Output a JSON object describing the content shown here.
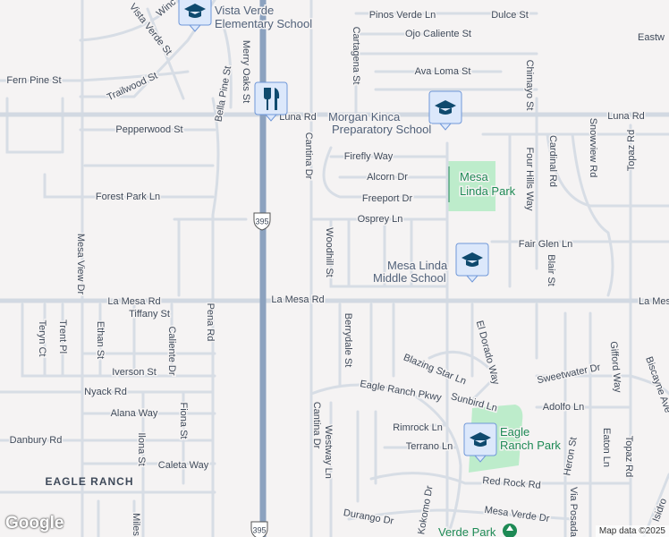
{
  "map": {
    "area_label": "EAGLE RANCH",
    "highway_shield": "395",
    "attribution": "Map data ©2025",
    "logo": "Google",
    "colors": {
      "background": "#f5f3f3",
      "road": "#d7dde5",
      "highway": "#8ca2bf",
      "park": "#bdeccb",
      "pin": "#dce8fb",
      "pin_icon": "#0f4a6e"
    },
    "streets": [
      "Pinos Verde Ln",
      "Dulce St",
      "Ojo Caliente St",
      "Eastw",
      "Ava Loma St",
      "Chimayo St",
      "Fern Pine St",
      "Trailwood St",
      "Vista Verde St",
      "Merry Oaks St",
      "Bella Pine St",
      "Luna Rd",
      "Luna Rd",
      "Pepperwood St",
      "Cantina Dr",
      "Cartagena St",
      "Firefly Way",
      "Alcorn Dr",
      "Freeport Dr",
      "Forest Park Ln",
      "Osprey Ln",
      "Cardinal Rd",
      "Four Hills Way",
      "Snowview Rd",
      "Topaz Rd",
      "Fair Glen Ln",
      "Woodhill St",
      "Blair St",
      "Mesa View Dr",
      "La Mesa Rd",
      "La Mesa Rd",
      "La Mes",
      "Tiffany St",
      "Ethan St",
      "Caliente Dr",
      "Pena Rd",
      "Teryn Ct",
      "Trent Pl",
      "Iverson St",
      "Berrydale St",
      "El Dorado Way",
      "Blazing Star Ln",
      "Sweetwater Dr",
      "Gifford Way",
      "Biscayne Ave",
      "Nyack Rd",
      "Eagle Ranch Pkwy",
      "Sunbird Ln",
      "Alana Way",
      "Adolfo Ln",
      "Cantina Dr",
      "Westway Ln",
      "Heron St",
      "Eaton Ln",
      "Topaz Rd",
      "Danbury Rd",
      "Ilona St",
      "Fiona St",
      "Rimrock Ln",
      "Terrano Ln",
      "Caleta Way",
      "Red Rock Rd",
      "Via Posada",
      "Kokomo Dr",
      "Durango Dr",
      "Mesa Verde Dr",
      "Miles",
      "Isidro",
      "Winc"
    ],
    "pois": [
      {
        "name1": "Vista Verde",
        "name2": "Elementary School",
        "icon": "school-icon"
      },
      {
        "name1": "Morgan Kinca",
        "name2": "Preparatory School",
        "icon": "school-icon"
      },
      {
        "name1": "Mesa Linda",
        "name2": "Middle School",
        "icon": "school-icon"
      },
      {
        "name1": "",
        "name2": "",
        "icon": "restaurant-icon"
      },
      {
        "name1": "",
        "name2": "",
        "icon": "school-icon"
      }
    ],
    "parks": [
      {
        "name1": "Mesa",
        "name2": "Linda Park"
      },
      {
        "name1": "Eagle",
        "name2": "Ranch Park"
      },
      {
        "name1": "Verde Park",
        "name2": ""
      }
    ]
  }
}
